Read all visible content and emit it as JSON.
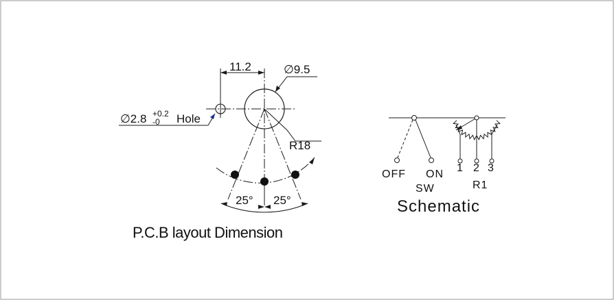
{
  "pcb": {
    "dim_spacing": "11.2",
    "dim_diameter": "∅9.5",
    "hole_prefix": "∅2.8",
    "hole_tol_plus": "+0.2",
    "hole_tol_minus": "-0",
    "hole_suffix": "Hole",
    "radius_label": "R18",
    "angle_left": "25°",
    "angle_right": "25°",
    "title": "P.C.B layout Dimension"
  },
  "schematic": {
    "off_label": "OFF",
    "on_label": "ON",
    "sw_label": "SW",
    "pin1": "1",
    "pin2": "2",
    "pin3": "3",
    "r1_label": "R1",
    "title": "Schematic"
  },
  "colors": {
    "line": "#1a1a1a",
    "frame": "#9a9a9a",
    "dot": "#111111",
    "leader_arrow": "#1a2a8a"
  }
}
